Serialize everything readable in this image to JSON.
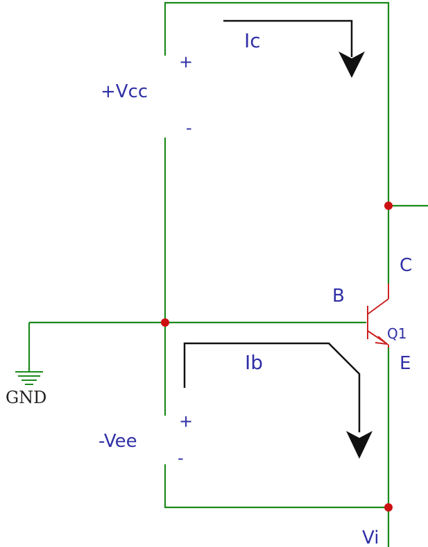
{
  "colors": {
    "wire": "#1a8a1a",
    "transistor": "#cc2222",
    "node": "#cc1111",
    "label": "#2f2fa6",
    "arrow": "#111111",
    "ground": "#222222"
  },
  "sources": {
    "vcc": {
      "name": "+Vcc",
      "plus": "+",
      "minus": "-"
    },
    "vee": {
      "name": "-Vee",
      "plus": "+",
      "minus": "-"
    }
  },
  "currents": {
    "collector": "Ic",
    "base": "Ib"
  },
  "transistor": {
    "ref": "Q1",
    "base": "B",
    "collector": "C",
    "emitter": "E"
  },
  "ground": {
    "label": "GND"
  },
  "input": {
    "label": "Vi"
  }
}
